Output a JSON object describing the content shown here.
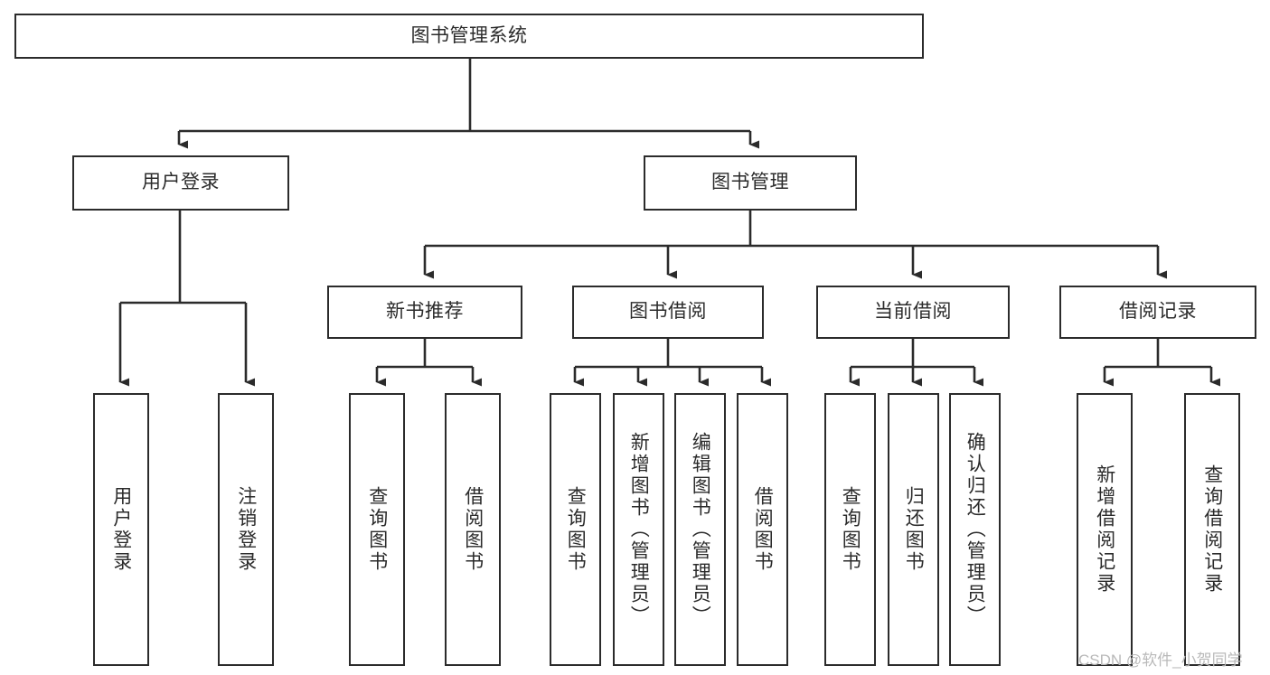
{
  "diagram": {
    "title_text": "图书管理系统",
    "type": "tree-hierarchy",
    "stroke_color": "#2b2b2b",
    "fill_color": "#ffffff",
    "text_color": "#2b2b2b"
  },
  "nodes": {
    "root": {
      "label": "图书管理系统"
    },
    "level2": [
      {
        "label": "用户登录"
      },
      {
        "label": "图书管理"
      }
    ],
    "level3": [
      {
        "label": "新书推荐"
      },
      {
        "label": "图书借阅"
      },
      {
        "label": "当前借阅"
      },
      {
        "label": "借阅记录"
      }
    ],
    "leaves": {
      "user_login": [
        {
          "label": "用户登录"
        },
        {
          "label": "注销登录"
        }
      ],
      "new_book_rec": [
        {
          "label": "查询图书"
        },
        {
          "label": "借阅图书"
        }
      ],
      "book_borrow": [
        {
          "label": "查询图书"
        },
        {
          "label": "新增图书（管理员）"
        },
        {
          "label": "编辑图书（管理员）"
        },
        {
          "label": "借阅图书"
        }
      ],
      "current_borrow": [
        {
          "label": "查询图书"
        },
        {
          "label": "归还图书"
        },
        {
          "label": "确认归还（管理员）"
        }
      ],
      "borrow_record": [
        {
          "label": "新增借阅记录"
        },
        {
          "label": "查询借阅记录"
        }
      ]
    }
  },
  "watermark": {
    "text": "CSDN @软件_小贺同学"
  }
}
